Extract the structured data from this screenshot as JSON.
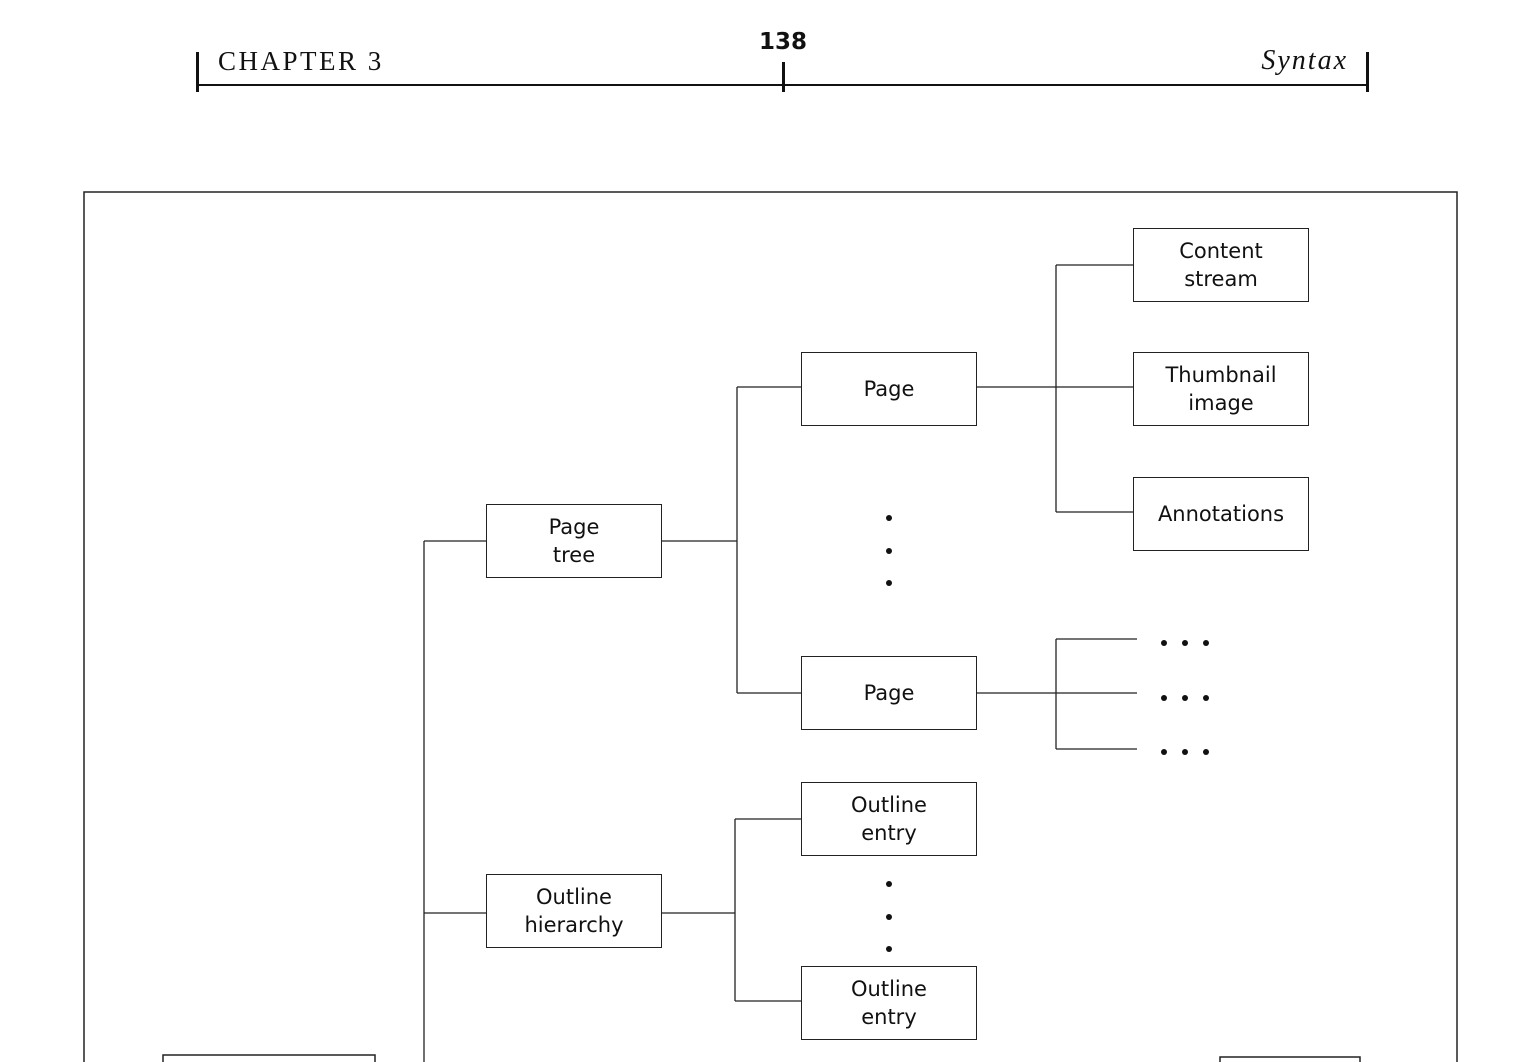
{
  "header": {
    "chapter": "CHAPTER 3",
    "page_number": "138",
    "section": "Syntax"
  },
  "diagram": {
    "nodes": {
      "page_tree": "Page\ntree",
      "page_1": "Page",
      "page_2": "Page",
      "content_stream": "Content\nstream",
      "thumbnail_image": "Thumbnail\nimage",
      "annotations": "Annotations",
      "outline_hierarchy": "Outline\nhierarchy",
      "outline_entry_1": "Outline\nentry",
      "outline_entry_2": "Outline\nentry"
    }
  }
}
